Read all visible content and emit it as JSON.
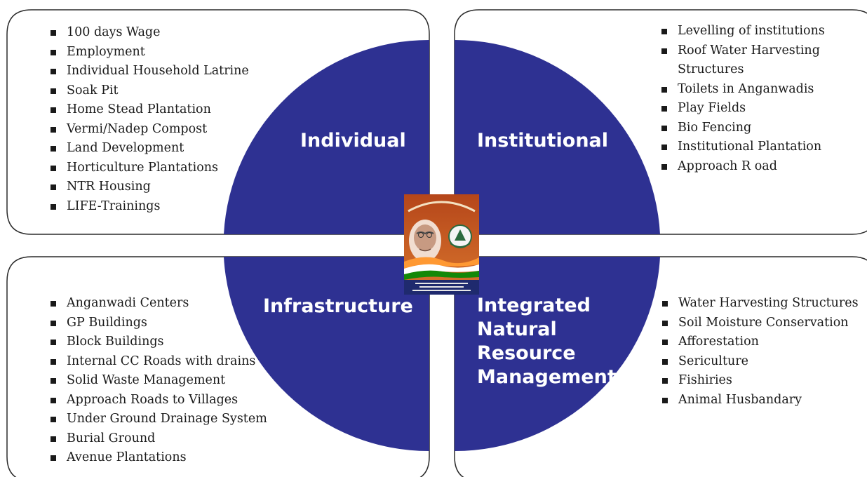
{
  "quadrants": {
    "individual": {
      "title": "Individual",
      "items": [
        "100 days Wage",
        "Employment",
        "Individual Household  Latrine",
        "Soak Pit",
        "Home Stead Plantation",
        "Vermi/Nadep Compost",
        "Land Development",
        "Horticulture Plantations",
        "NTR Housing",
        "LIFE-Trainings"
      ]
    },
    "institutional": {
      "title": "Institutional",
      "items": [
        "Levelling of institutions",
        "Roof Water Harvesting",
        "Structures",
        "Toilets in Anganwadis",
        "Play Fields",
        "Bio Fencing",
        "Institutional Plantation",
        "Approach R oad"
      ]
    },
    "infrastructure": {
      "title": "Infrastructure",
      "items": [
        "Anganwadi Centers",
        "GP Buildings",
        "Block Buildings",
        "Internal CC Roads with drains",
        "Solid Waste Management",
        "Approach Roads to Villages",
        "Under Ground Drainage System",
        "Burial Ground",
        "Avenue Plantations"
      ]
    },
    "inrm": {
      "title_lines": [
        "Integrated",
        "Natural",
        "Resource",
        "Management"
      ],
      "items": [
        "Water Harvesting Structures",
        "Soil Moisture Conservation",
        "Afforestation",
        "Sericulture",
        "Fishiries",
        "Animal Husbandary"
      ]
    }
  },
  "colors": {
    "circle": "#2e3192",
    "box_border": "#2b2b2b",
    "text": "#1a1a1a",
    "label": "#ffffff"
  },
  "logo": {
    "icon": "mahatma-gandhi-nrega-logo"
  }
}
